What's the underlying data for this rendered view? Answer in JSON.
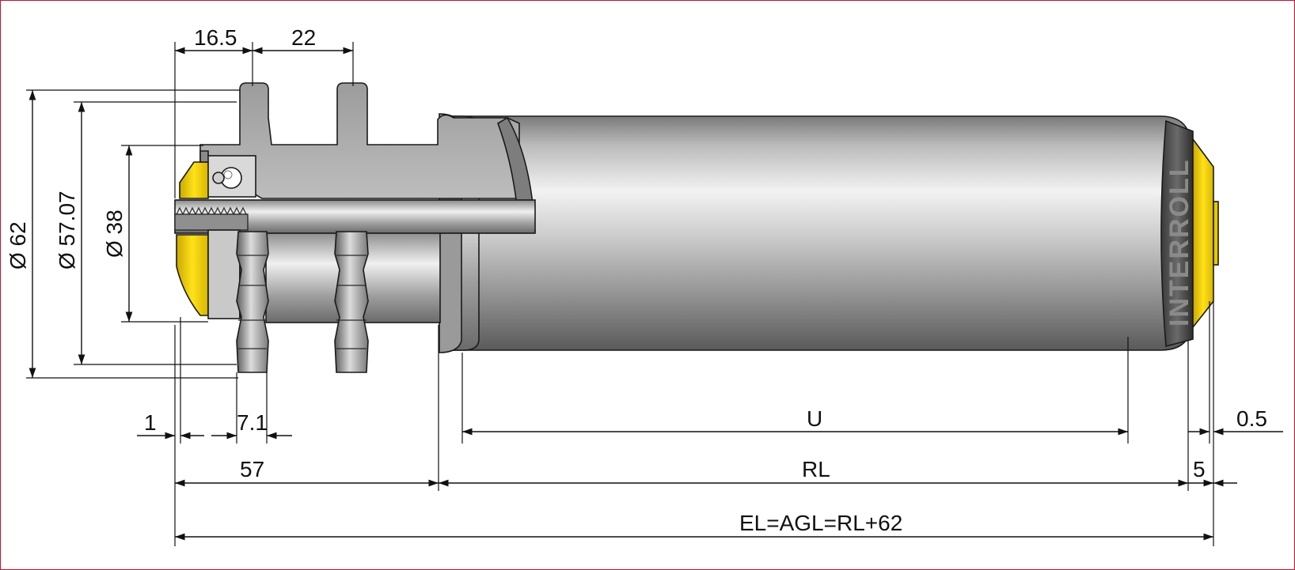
{
  "colors": {
    "steel_dark": "#6e6e6e",
    "steel_mid": "#a8a8a8",
    "steel_light": "#e6e6e6",
    "end_cap": "#4a4a4a",
    "yellow": "#f2d300",
    "border": "#c8102e"
  },
  "logo": {
    "text": "INTERROLL"
  },
  "dimensions": {
    "d62": "Ø 62",
    "d57": "Ø 57.07",
    "d38": "Ø 38",
    "top_16_5": "16.5",
    "top_22": "22",
    "bottom_1": "1",
    "bottom_7_1": "7.1",
    "bottom_57": "57",
    "u": "U",
    "rl": "RL",
    "right_0_5": "0.5",
    "right_5": "5",
    "el": "EL=AGL=RL+62"
  }
}
